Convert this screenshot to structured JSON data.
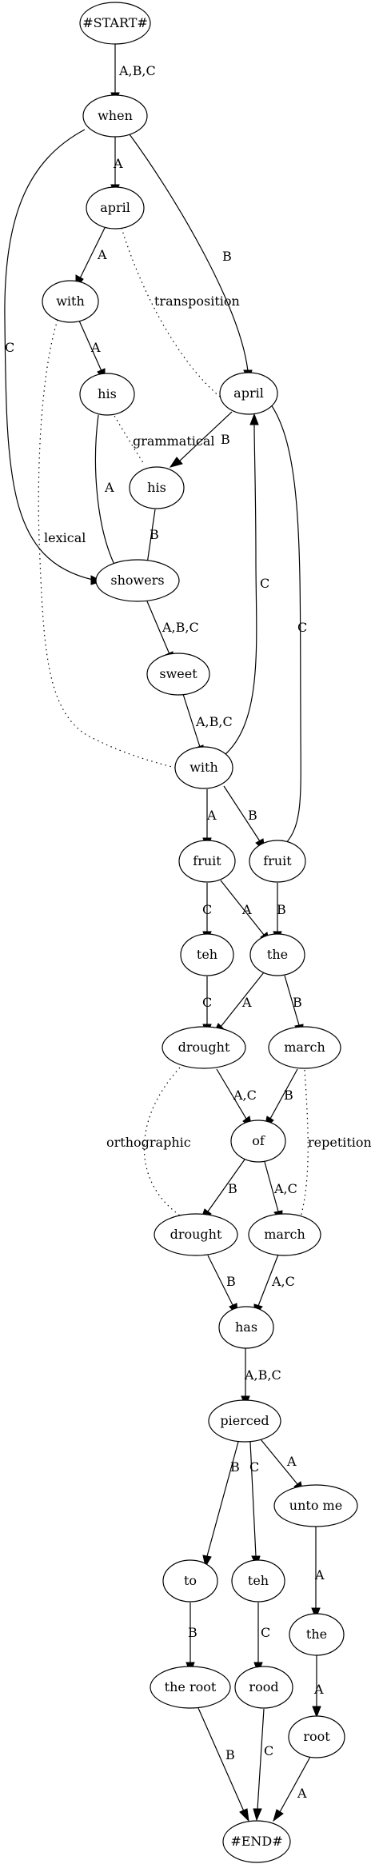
{
  "nodes": {
    "start": "#START#",
    "when": "when",
    "april_a": "april",
    "with_a": "with",
    "april_b": "april",
    "his_a": "his",
    "his_b": "his",
    "showers": "showers",
    "sweet": "sweet",
    "with_main": "with",
    "fruit_a": "fruit",
    "fruit_b": "fruit",
    "teh_c": "teh",
    "the": "the",
    "drought": "drought",
    "march": "march",
    "of": "of",
    "drought_b": "drought",
    "march_ac": "march",
    "has": "has",
    "pierced": "pierced",
    "unto_me": "unto me",
    "to": "to",
    "teh_c2": "teh",
    "the_a": "the",
    "the_root": "the root",
    "rood": "rood",
    "root": "root",
    "end": "#END#"
  },
  "edges": {
    "start_when": "A,B,C",
    "when_april_a": "A",
    "when_april_b": "B",
    "when_showers": "C",
    "april_a_with_a": "A",
    "with_a_his_a": "A",
    "his_a_showers": "A",
    "april_b_his_b": "B",
    "his_b_showers": "B",
    "april_b_fruit_b": "C",
    "showers_sweet": "A,B,C",
    "sweet_with": "A,B,C",
    "with_april_b": "C",
    "with_fruit_a": "A",
    "with_fruit_b": "B",
    "fruit_a_teh": "C",
    "fruit_a_the": "A",
    "fruit_b_the": "B",
    "teh_drought": "C",
    "the_drought": "A",
    "the_march": "B",
    "drought_of": "A,C",
    "march_of": "B",
    "of_drought_b": "B",
    "of_march_ac": "A,C",
    "drought_b_has": "B",
    "march_ac_has": "A,C",
    "has_pierced": "A,B,C",
    "pierced_to": "B",
    "pierced_teh": "C",
    "pierced_unto": "A",
    "unto_the": "A",
    "to_theroot": "B",
    "teh_rood": "C",
    "the_root_a": "A",
    "theroot_end": "B",
    "rood_end": "C",
    "root_end": "A"
  },
  "relations": {
    "transposition": "transposition",
    "grammatical": "grammatical",
    "lexical": "lexical",
    "orthographic": "orthographic",
    "repetition": "repetition"
  }
}
